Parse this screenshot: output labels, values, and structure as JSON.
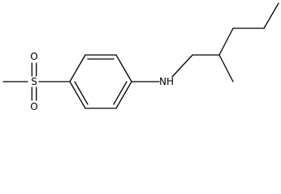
{
  "molecule": {
    "atoms": {
      "sulfur": "S",
      "oxygen_top": "O",
      "oxygen_bottom": "O",
      "amine": "NH"
    }
  }
}
